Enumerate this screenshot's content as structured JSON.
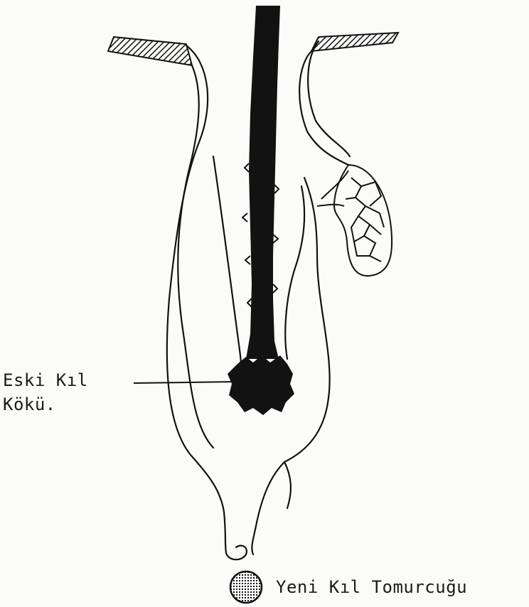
{
  "diagram": {
    "labels": {
      "old_root_line1": "Eski Kıl",
      "old_root_line2": "Kökü.",
      "new_bud": "Yeni Kıl Tomurcuğu"
    },
    "colors": {
      "ink": "#121212",
      "paper": "#fbfbf9"
    }
  }
}
